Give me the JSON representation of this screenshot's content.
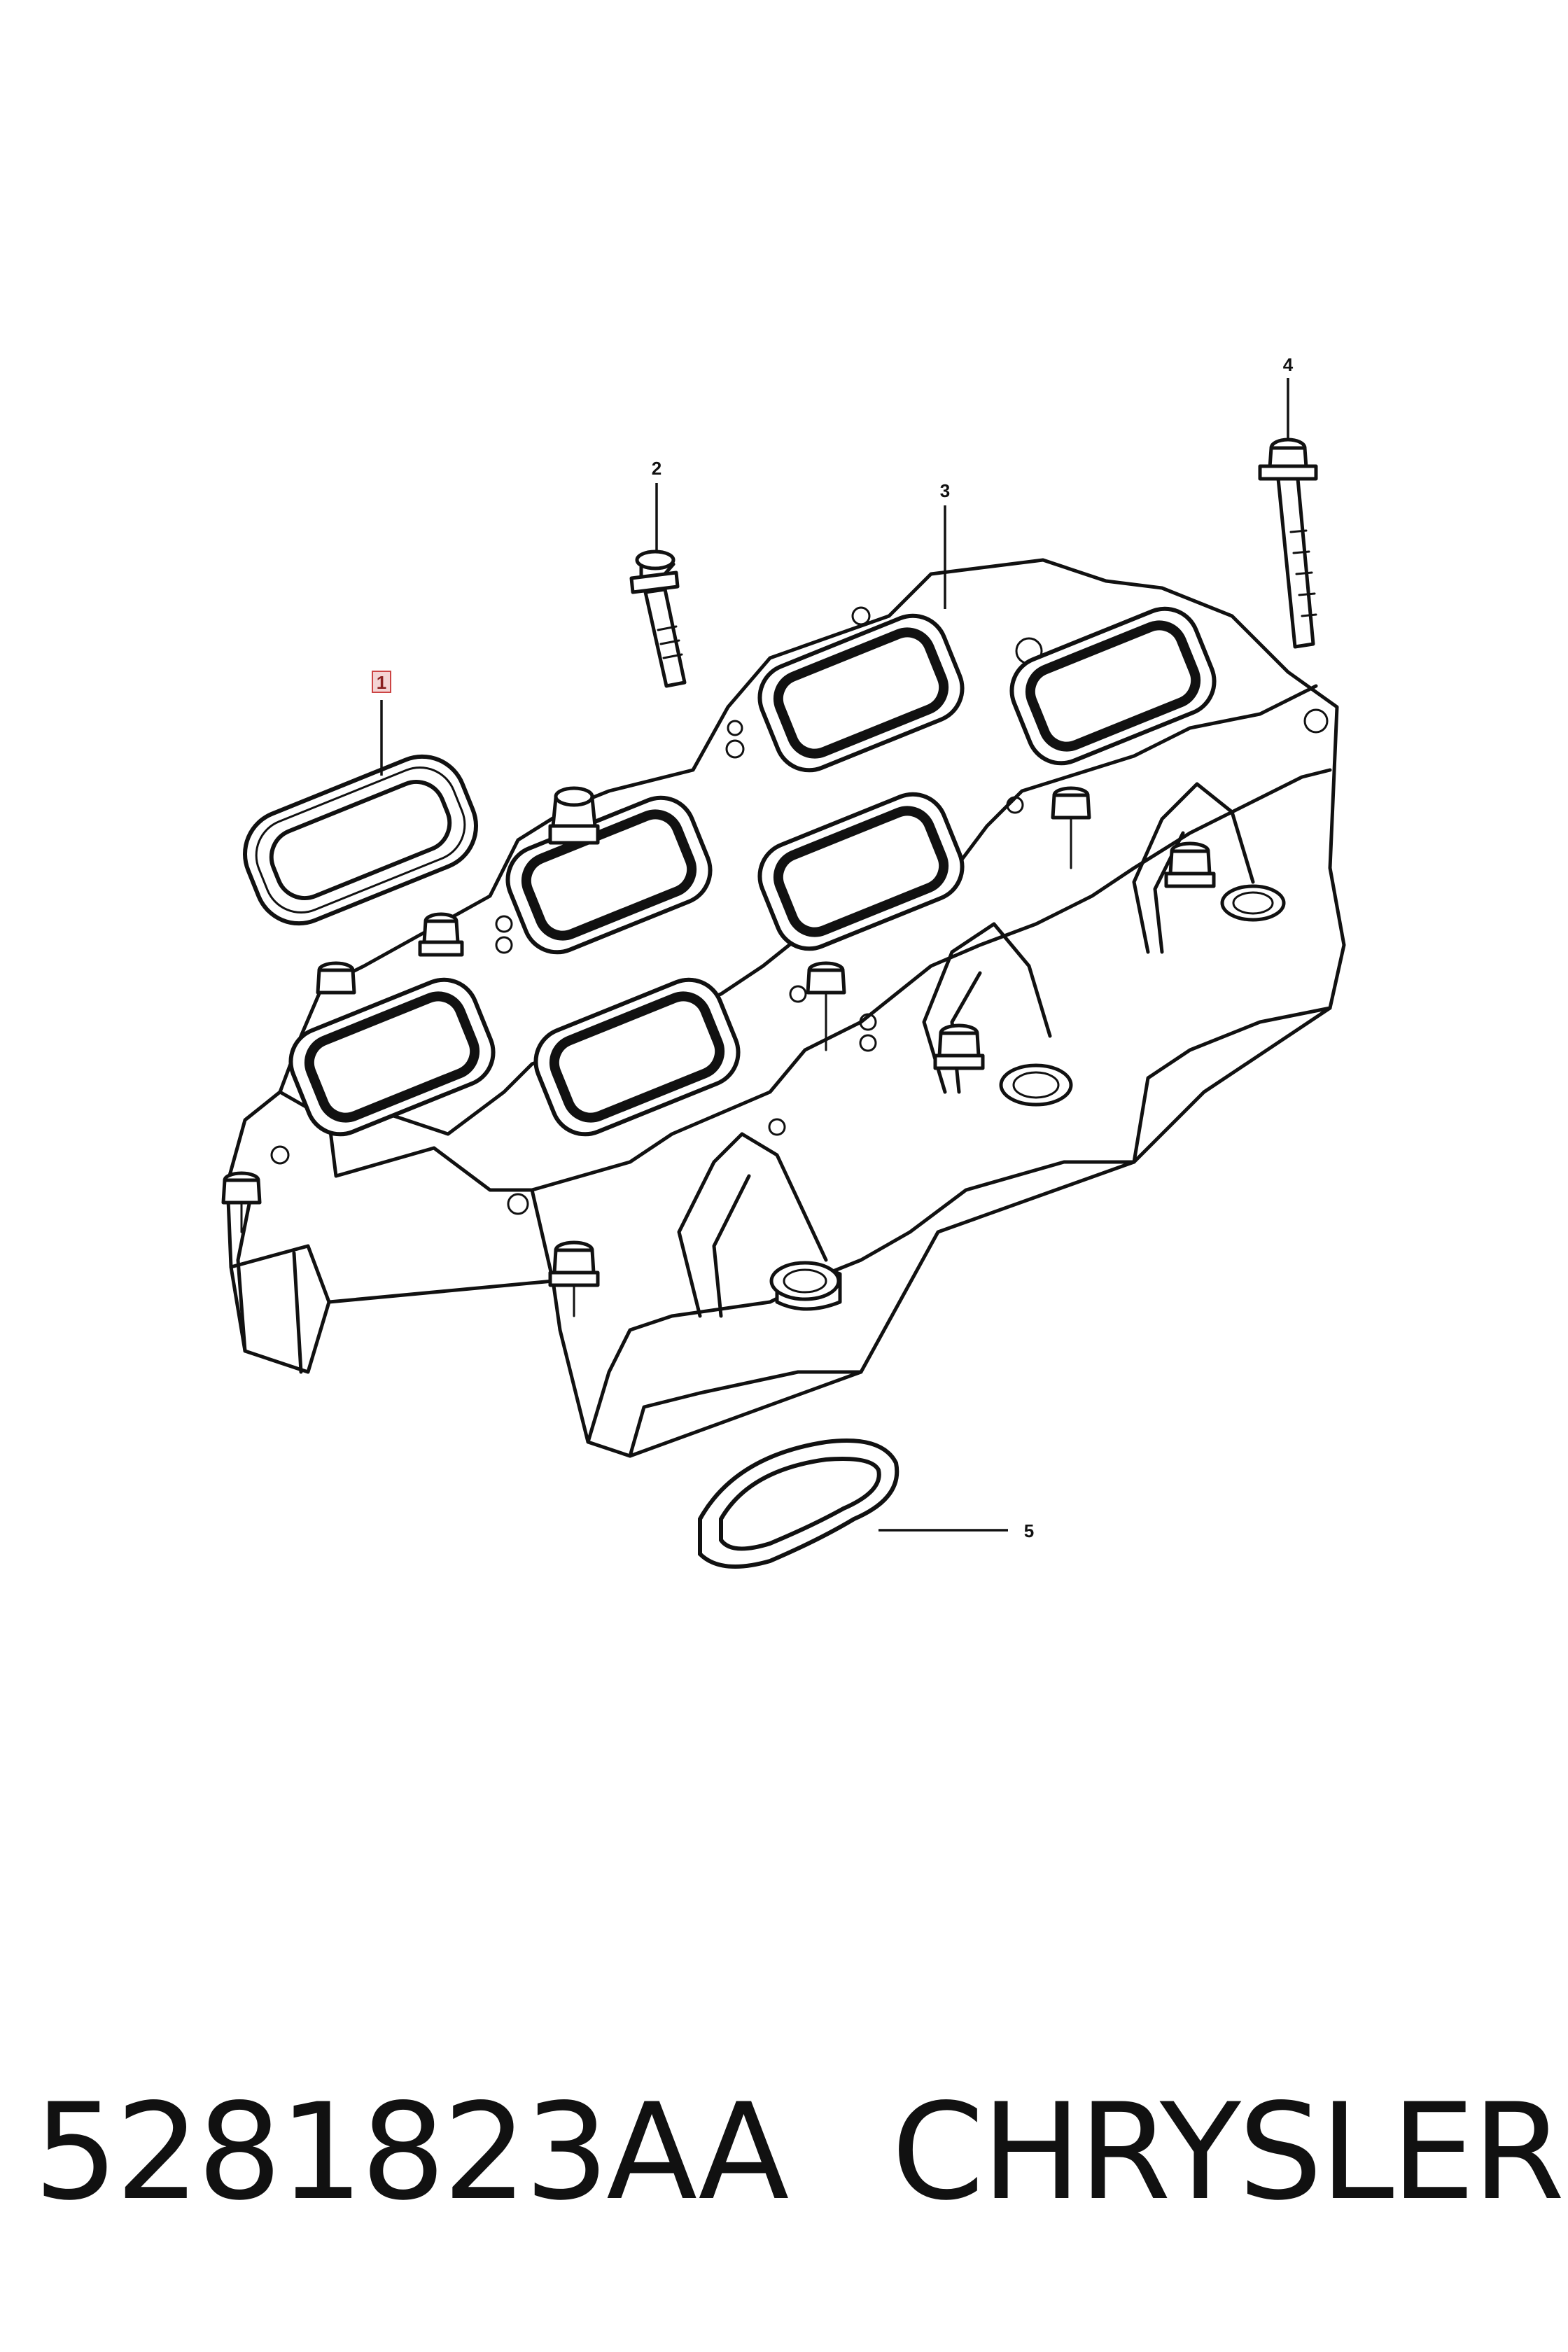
{
  "callouts": [
    {
      "id": "1",
      "label": "1"
    },
    {
      "id": "2",
      "label": "2"
    },
    {
      "id": "3",
      "label": "3"
    },
    {
      "id": "4",
      "label": "4"
    },
    {
      "id": "5",
      "label": "5"
    }
  ],
  "caption": {
    "part_number": "5281823AA",
    "brand": "CHRYSLER"
  },
  "colors": {
    "line": "#111111",
    "background": "#ffffff",
    "highlight_label": "#8a1f1f"
  }
}
